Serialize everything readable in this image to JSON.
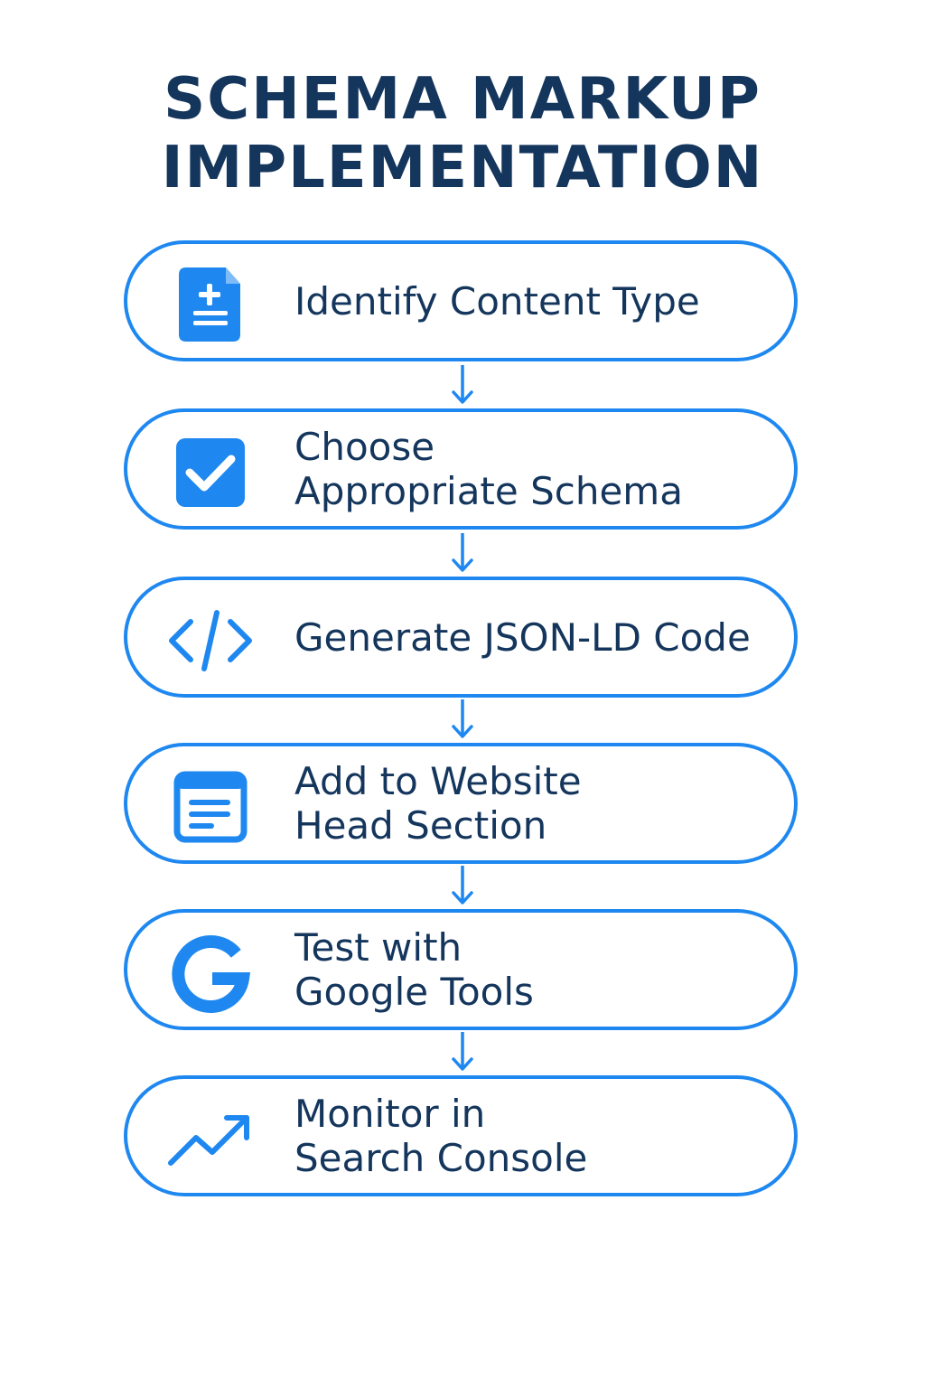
{
  "title": {
    "line1": "SCHEMA MARKUP",
    "line2": "IMPLEMENTATION"
  },
  "steps": [
    {
      "icon": "document-add-icon",
      "lines": [
        "Identify Content Type"
      ]
    },
    {
      "icon": "checkbox-check-icon",
      "lines": [
        "Choose",
        "Appropriate Schema"
      ]
    },
    {
      "icon": "code-icon",
      "lines": [
        "Generate JSON-LD Code"
      ]
    },
    {
      "icon": "web-page-icon",
      "lines": [
        "Add to Website",
        "Head Section"
      ]
    },
    {
      "icon": "google-g-icon",
      "lines": [
        "Test with",
        "Google Tools"
      ]
    },
    {
      "icon": "trending-up-icon",
      "lines": [
        "Monitor in",
        "Search Console"
      ]
    }
  ],
  "colors": {
    "accent": "#1e88f0",
    "text": "#14355c",
    "background": "#ffffff"
  }
}
